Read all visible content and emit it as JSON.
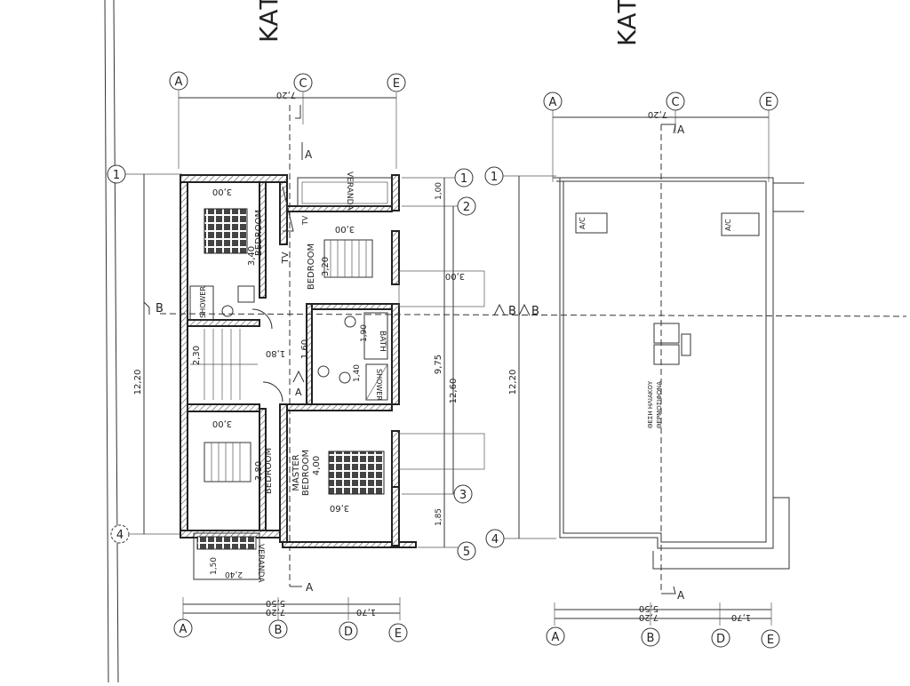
{
  "titles": {
    "left": "ΚΑΤ",
    "right": "ΚΑΤ"
  },
  "axes": {
    "a": "A",
    "b": "B",
    "c": "C",
    "d": "D",
    "e": "E",
    "r1": "1",
    "r2": "2",
    "r3": "3",
    "r4": "4",
    "r5": "5"
  },
  "dims": {
    "top_width": "7,20",
    "bottom_width": "7,20",
    "bottom_a": "5,50",
    "bottom_b": "1,70",
    "left_total": "12,20",
    "right_total": "12,20",
    "mid_975": "9,75",
    "mid_1260": "12,60",
    "mid_100": "1,00",
    "mid_185": "1,85",
    "mid_300": "3,00",
    "mid_180": "1,80"
  },
  "rooms": {
    "bedroom": "BEDROOM",
    "master": "MASTER",
    "shower": "SHOWER",
    "bath": "BATH",
    "veranda": "VERANDA",
    "tv": "TV",
    "ac": "A/C",
    "heater_line1": "ΘΕΣΗ ΗΛΙΑΚΟΥ",
    "heater_line2": "ΘΕΡΜΟΣΙΦΩΝΑ",
    "room_300": "3,00",
    "room_340": "3,40",
    "room_320": "3,20",
    "room_380": "3,80",
    "room_400": "4,00",
    "room_360": "3,60",
    "room_160": "1,60",
    "room_230": "2,30",
    "room_150": "1,50",
    "room_240": "2,40",
    "room_190": "1,90",
    "room_140": "1,40"
  },
  "sections": {
    "a": "A",
    "b": "B"
  }
}
